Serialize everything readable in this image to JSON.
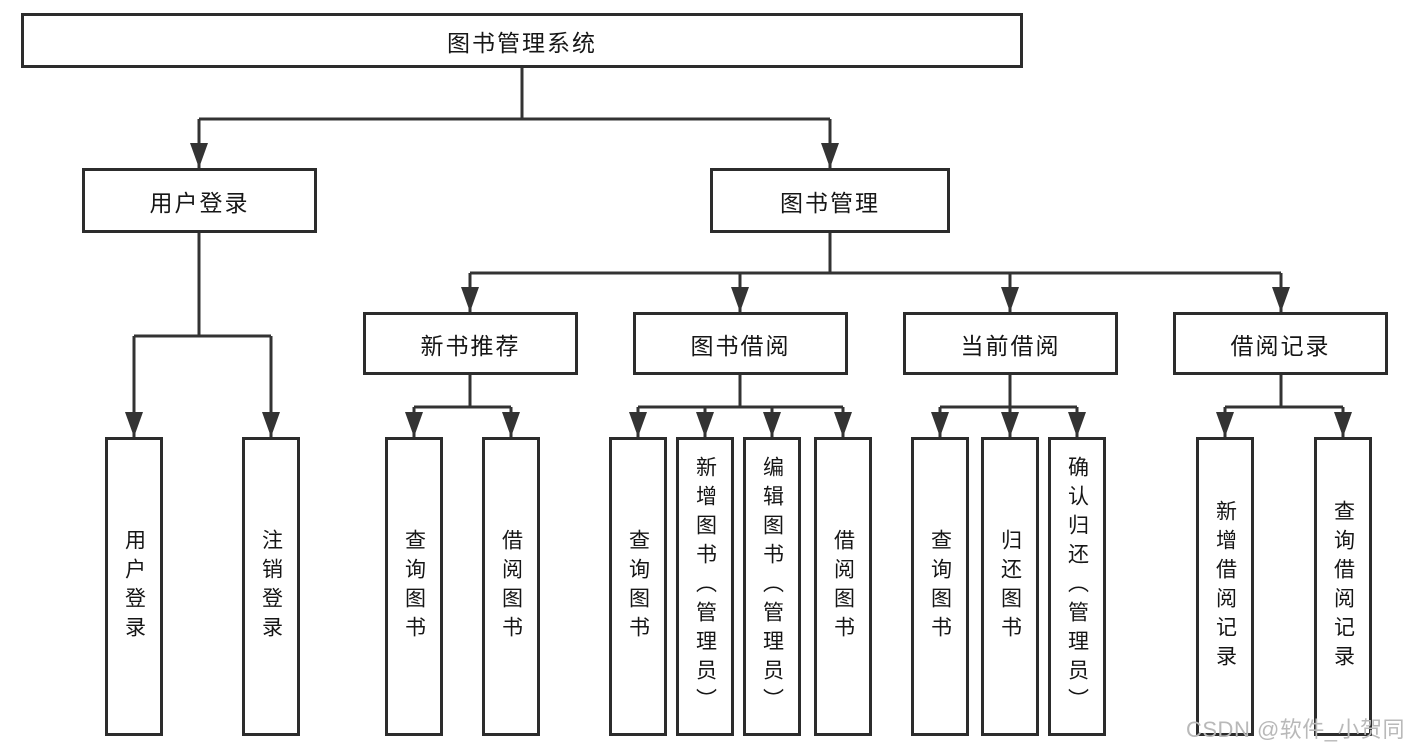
{
  "colors": {
    "line": "#333333",
    "box_border": "#2c2c2c",
    "box_background": "#ffffff",
    "text": "#161616",
    "watermark": "#b9b9b9",
    "background": "#ffffff"
  },
  "watermark": {
    "text": "CSDN @软件_小贺同学"
  },
  "tree": {
    "root": {
      "label": "图书管理系统",
      "children": [
        {
          "label": "用户登录",
          "children": [
            {
              "label": "用户登录"
            },
            {
              "label": "注销登录"
            }
          ]
        },
        {
          "label": "图书管理",
          "children": [
            {
              "label": "新书推荐",
              "children": [
                {
                  "label": "查询图书"
                },
                {
                  "label": "借阅图书"
                }
              ]
            },
            {
              "label": "图书借阅",
              "children": [
                {
                  "label": "查询图书"
                },
                {
                  "label": "新增图书（管理员）"
                },
                {
                  "label": "编辑图书（管理员）"
                },
                {
                  "label": "借阅图书"
                }
              ]
            },
            {
              "label": "当前借阅",
              "children": [
                {
                  "label": "查询图书"
                },
                {
                  "label": "归还图书"
                },
                {
                  "label": "确认归还（管理员）"
                }
              ]
            },
            {
              "label": "借阅记录",
              "children": [
                {
                  "label": "新增借阅记录"
                },
                {
                  "label": "查询借阅记录"
                }
              ]
            }
          ]
        }
      ]
    }
  }
}
